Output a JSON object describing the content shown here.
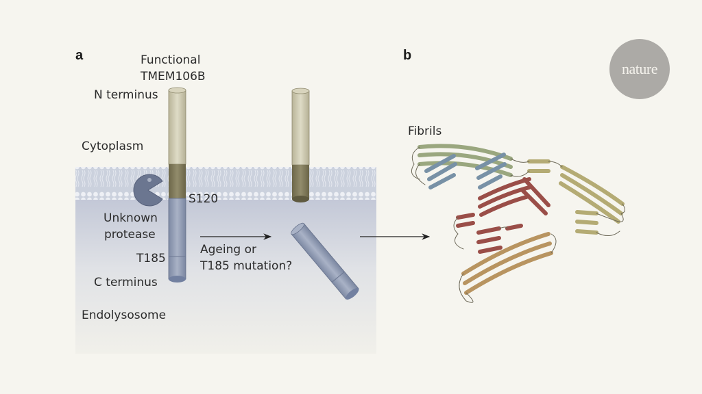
{
  "figure": {
    "panel_a": {
      "letter": "a",
      "title_line1": "Functional",
      "title_line2": "TMEM106B",
      "labels": {
        "n_terminus": "N terminus",
        "cytoplasm": "Cytoplasm",
        "s120": "S120",
        "protease_line1": "Unknown",
        "protease_line2": "protease",
        "t185": "T185",
        "c_terminus": "C terminus",
        "endolysosome": "Endolysosome",
        "arrow_line1": "Ageing or",
        "arrow_line2": "T185 mutation?"
      }
    },
    "panel_b": {
      "letter": "b",
      "fibrils_label": "Fibrils"
    },
    "logo": {
      "text": "nature"
    },
    "colors": {
      "background": "#f6f5ef",
      "membrane": "#c9cfdc",
      "lumen_top": "#c6cad8",
      "protein_top": "#cdc9b0",
      "protein_tm": "#7c7657",
      "protein_lumen": "#8c97b0",
      "protease": "#6b7690",
      "fibril_green": "#9aa77f",
      "fibril_blue": "#7891a6",
      "fibril_red": "#9a4e48",
      "fibril_olive": "#b4ab74",
      "fibril_tan": "#b89460",
      "logo_bg": "#acaaa6"
    }
  }
}
